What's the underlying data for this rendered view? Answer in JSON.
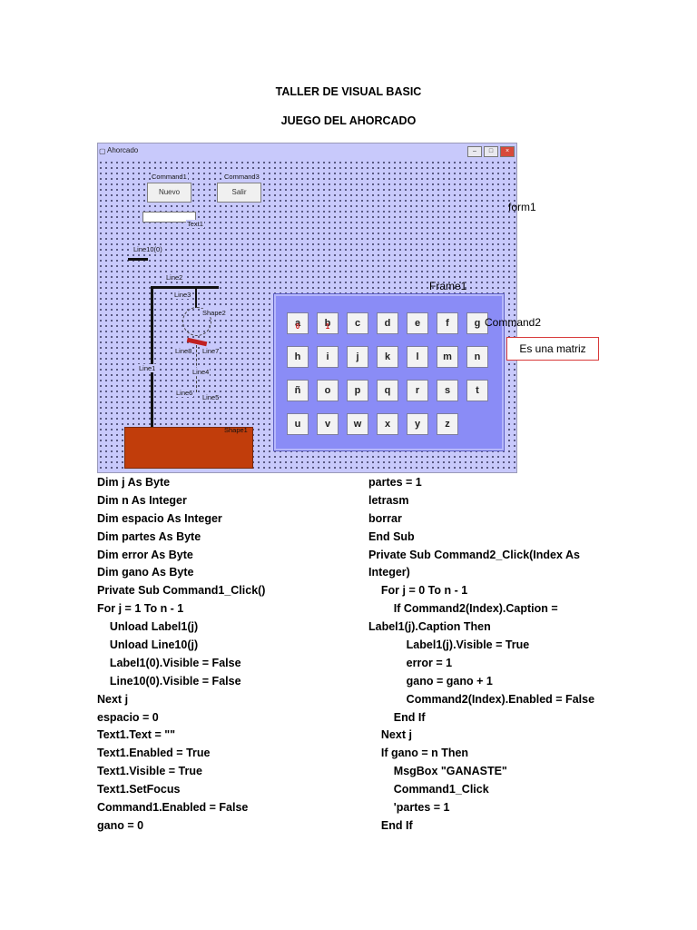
{
  "header": {
    "title": "TALLER DE VISUAL BASIC",
    "subtitle": "JUEGO DEL AHORCADO"
  },
  "form": {
    "window_title": "Ahorcado",
    "window_buttons": [
      "–",
      "□",
      "×"
    ],
    "command1": {
      "name": "Command1",
      "caption": "Nuevo"
    },
    "command3": {
      "name": "Command3",
      "caption": "Salir"
    },
    "text1_label": "Text1",
    "labels": {
      "line10": "Line10(0)",
      "line2": "Line2",
      "line3": "Line3",
      "shape2": "Shape2",
      "line8": "Line8",
      "line7": "Line7",
      "line1": "Line1",
      "line4": "Line4",
      "line6": "Line6",
      "line5": "Line5",
      "shape1": "Shape1"
    },
    "keys": [
      [
        "a",
        "b",
        "c",
        "d",
        "e",
        "f",
        "g"
      ],
      [
        "h",
        "i",
        "j",
        "k",
        "l",
        "m",
        "n"
      ],
      [
        "ñ",
        "o",
        "p",
        "q",
        "r",
        "s",
        "t"
      ],
      [
        "u",
        "v",
        "w",
        "x",
        "y",
        "z"
      ]
    ],
    "key_marks": {
      "a": "0",
      "b": "1"
    },
    "colors": {
      "form_bg": "#c8c9fb",
      "frame_bg": "#8a8cf6",
      "base": "#c13d0b",
      "mark": "#d01818"
    }
  },
  "annotations": {
    "form1": "form1",
    "frame1": "Frame1",
    "command2": "Command2",
    "matrix_note": "Es una matriz"
  },
  "code_left": [
    {
      "text": "Dim j As Byte"
    },
    {
      "text": "Dim n As Integer"
    },
    {
      "text": "Dim espacio As Integer"
    },
    {
      "text": "Dim partes As Byte"
    },
    {
      "text": "Dim error As Byte"
    },
    {
      "text": "Dim gano As Byte"
    },
    {
      "text": "Private Sub Command1_Click()",
      "bold": true
    },
    {
      "text": "For j = 1 To n - 1"
    },
    {
      "text": "    Unload Label1(j)"
    },
    {
      "text": "    Unload Line10(j)"
    },
    {
      "text": "    Label1(0).Visible = False"
    },
    {
      "text": "    Line10(0).Visible = False"
    },
    {
      "text": "Next j"
    },
    {
      "text": "espacio = 0"
    },
    {
      "text": "Text1.Text = \"\""
    },
    {
      "text": "Text1.Enabled = True"
    },
    {
      "text": "Text1.Visible = True"
    },
    {
      "text": "Text1.SetFocus"
    },
    {
      "text": "Command1.Enabled = False"
    },
    {
      "text": "gano = 0"
    }
  ],
  "code_right": [
    {
      "text": "partes = 1"
    },
    {
      "text": "letrasm"
    },
    {
      "text": "borrar"
    },
    {
      "text": "End Sub"
    },
    {
      "text": "Private Sub Command2_Click(Index As",
      "bold": true
    },
    {
      "text": "Integer)",
      "bold": true
    },
    {
      "text": "    For j = 0 To n - 1"
    },
    {
      "text": "        If Command2(Index).Caption ="
    },
    {
      "text": "Label1(j).Caption Then"
    },
    {
      "text": "            Label1(j).Visible = True"
    },
    {
      "text": "            error = 1"
    },
    {
      "text": "            gano = gano + 1"
    },
    {
      "text": "            Command2(Index).Enabled = False"
    },
    {
      "text": "        End If"
    },
    {
      "text": "    Next j"
    },
    {
      "text": "    If gano = n Then"
    },
    {
      "text": "        MsgBox \"GANASTE\""
    },
    {
      "text": "        Command1_Click"
    },
    {
      "text": "        'partes = 1"
    },
    {
      "text": "    End If"
    }
  ]
}
